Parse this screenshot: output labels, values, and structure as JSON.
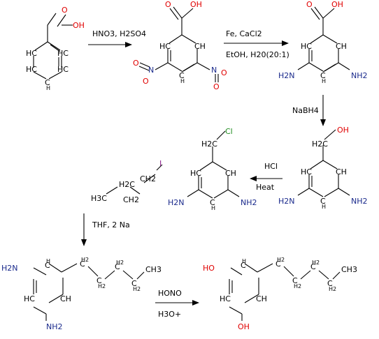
{
  "molecules": {
    "m1": {
      "O": "O",
      "OH": "OH",
      "HC": "HC",
      "H": "H"
    },
    "m2": {
      "O": "O",
      "OH": "OH",
      "HC": "HC",
      "H": "H",
      "N": "N",
      "Oplus": "O"
    },
    "m3": {
      "O": "O",
      "OH": "OH",
      "HC": "HC",
      "H": "H",
      "NH2": "NH2",
      "H2N": "H2N"
    },
    "m4": {
      "OH": "OH",
      "H2C": "H2C",
      "NH2": "NH2",
      "H2N": "H2N"
    },
    "m5": {
      "Cl": "Cl",
      "H2C": "H2C",
      "NH2": "NH2",
      "H2N": "H2N"
    },
    "m6": {
      "I": "I",
      "H3C": "H3C",
      "H2C": "H2C",
      "CH2": "CH2"
    },
    "m7": {
      "H2N": "H2N",
      "NH2": "NH2",
      "CH3": "CH3",
      "H2": "H2"
    },
    "m8": {
      "HO": "HO",
      "OH": "OH",
      "CH3": "CH3",
      "H2": "H2"
    }
  },
  "arrows": {
    "a1": {
      "label_top": "HNO3, H2SO4"
    },
    "a2": {
      "label_top": "Fe, CaCl2",
      "label_bottom": "EtOH, H20(20:1)"
    },
    "a3": {
      "label_side": "NaBH4"
    },
    "a4": {
      "label_top": "HCl",
      "label_bottom": "Heat"
    },
    "a5": {
      "label_side": "THF, 2 Na"
    },
    "a6": {
      "label_top": "HONO",
      "label_bottom": "H3O+"
    }
  }
}
